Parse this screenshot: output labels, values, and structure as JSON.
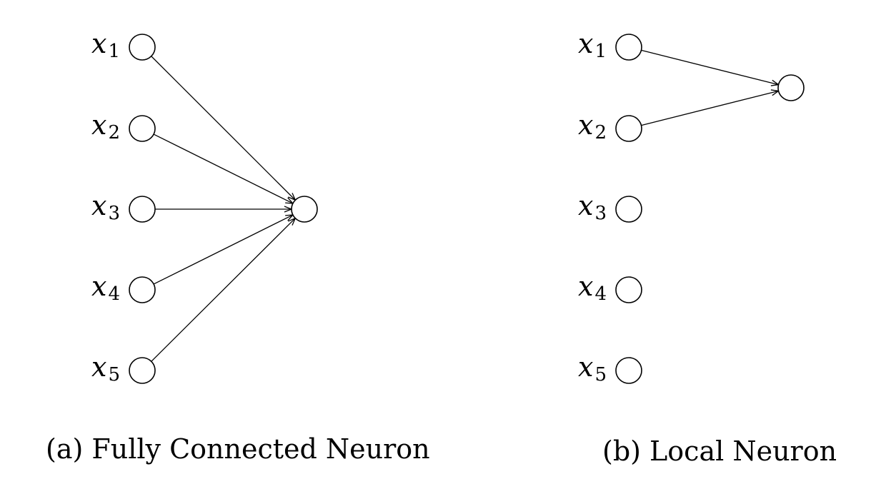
{
  "panels": [
    {
      "caption": "(a) Fully Connected Neuron",
      "inputs": [
        {
          "var": "x",
          "sub": "1"
        },
        {
          "var": "x",
          "sub": "2"
        },
        {
          "var": "x",
          "sub": "3"
        },
        {
          "var": "x",
          "sub": "4"
        },
        {
          "var": "x",
          "sub": "5"
        }
      ],
      "connected_inputs": [
        0,
        1,
        2,
        3,
        4
      ]
    },
    {
      "caption": "(b) Local Neuron",
      "inputs": [
        {
          "var": "x",
          "sub": "1"
        },
        {
          "var": "x",
          "sub": "2"
        },
        {
          "var": "x",
          "sub": "3"
        },
        {
          "var": "x",
          "sub": "4"
        },
        {
          "var": "x",
          "sub": "5"
        }
      ],
      "connected_inputs": [
        0,
        1
      ]
    }
  ],
  "colors": {
    "stroke": "#000000",
    "background": "#ffffff"
  }
}
